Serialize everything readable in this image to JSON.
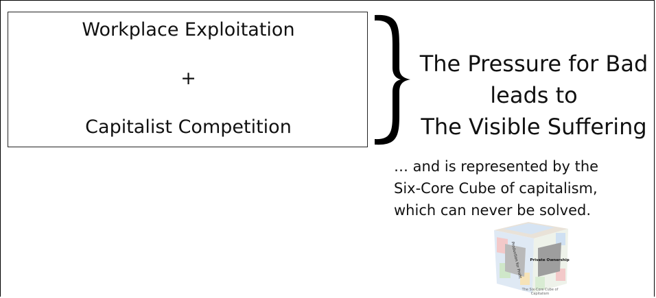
{
  "box": {
    "line1": "Workplace Exploitation",
    "operator": "+",
    "line2": "Capitalist Competition"
  },
  "claim": {
    "line1": "The Pressure for Bad",
    "line2": "leads to",
    "line3": "The Visible Suffering"
  },
  "note": {
    "line1": "… and is represented by the",
    "line2": "Six-Core Cube of capitalism,",
    "line3": "which can never be solved."
  },
  "cube": {
    "face_left": "Production for Profit",
    "face_right": "Private Ownership",
    "caption": "The Six-Core Cube of Capitalism"
  }
}
